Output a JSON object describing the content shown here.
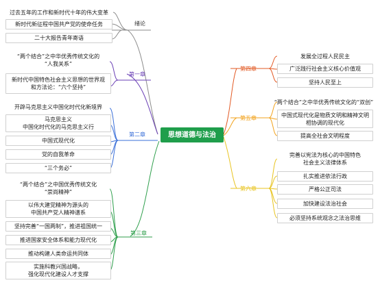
{
  "center": "思想道德与法治",
  "colors": {
    "center": "#1f9e4b",
    "intro": "#7a7a7a",
    "ch1": "#6a3fb5",
    "ch2": "#3a6fd8",
    "ch3": "#2c9e4a",
    "ch4": "#e25822",
    "ch5": "#f2a21b",
    "ch6": "#e8c31e"
  },
  "branches": {
    "intro": {
      "label": "绪论",
      "items": [
        "过去五年的工作和新时代十年的伟大变革",
        "新时代新征程中国共产党的使命任务",
        "二十大报告青年寄语"
      ]
    },
    "ch1": {
      "label": "第一章",
      "items": [
        {
          "l1": "“两个结合”之中华优秀传统文化的",
          "l2": "“人我关系”"
        },
        {
          "l1": "新时代中国特色社会主义思想的世界观",
          "l2": "和方法论：“六个坚持”"
        }
      ]
    },
    "ch2": {
      "label": "第二章",
      "items": [
        {
          "l1": "开辟马克思主义中国化时代化新境界",
          "l2": ""
        },
        {
          "l1": "马克思主义",
          "l2": "中国化时代化的马克思主义行"
        },
        {
          "l1": "中国式现代化",
          "l2": ""
        },
        {
          "l1": "党的自我革命",
          "l2": ""
        },
        {
          "l1": "“三个务必”",
          "l2": ""
        }
      ]
    },
    "ch3": {
      "label": "第三章",
      "items": [
        {
          "l1": "“两个结合”之中国优秀传统文化",
          "l2": "“崇尚精神”"
        },
        {
          "l1": "以伟大建党精神为源头的",
          "l2": "中国共产党人精神谱系"
        },
        {
          "l1": "坚持完善“一国两制”，推进祖国统一",
          "l2": ""
        },
        {
          "l1": "推进国家安全体系和能力现代化",
          "l2": ""
        },
        {
          "l1": "推动构建人类命运共同体",
          "l2": ""
        },
        {
          "l1": "实施科教兴国战略，",
          "l2": "强化现代化建设人才支撑"
        }
      ]
    },
    "ch4": {
      "label": "第四章",
      "items": [
        "发展全过程人民民主",
        "广泛践行社会主义核心价值观",
        "坚持人民至上"
      ]
    },
    "ch5": {
      "label": "第五章",
      "items": [
        {
          "l1": "“两个结合”之中华优秀传统文化的“双创”",
          "l2": ""
        },
        {
          "l1": "中国式现代化是物质文明和精神文明",
          "l2": "相协调的现代化"
        },
        {
          "l1": "提高全社会文明程度",
          "l2": ""
        }
      ]
    },
    "ch6": {
      "label": "第六章",
      "items": [
        {
          "l1": "完善以宪法为核心的中国特色",
          "l2": "社会主义法律体系"
        },
        {
          "l1": "扎实推进依法行政",
          "l2": ""
        },
        {
          "l1": "严格公正司法",
          "l2": ""
        },
        {
          "l1": "加快建设法治社会",
          "l2": ""
        },
        {
          "l1": "必须坚持系统观念之法治思维",
          "l2": ""
        }
      ]
    }
  }
}
